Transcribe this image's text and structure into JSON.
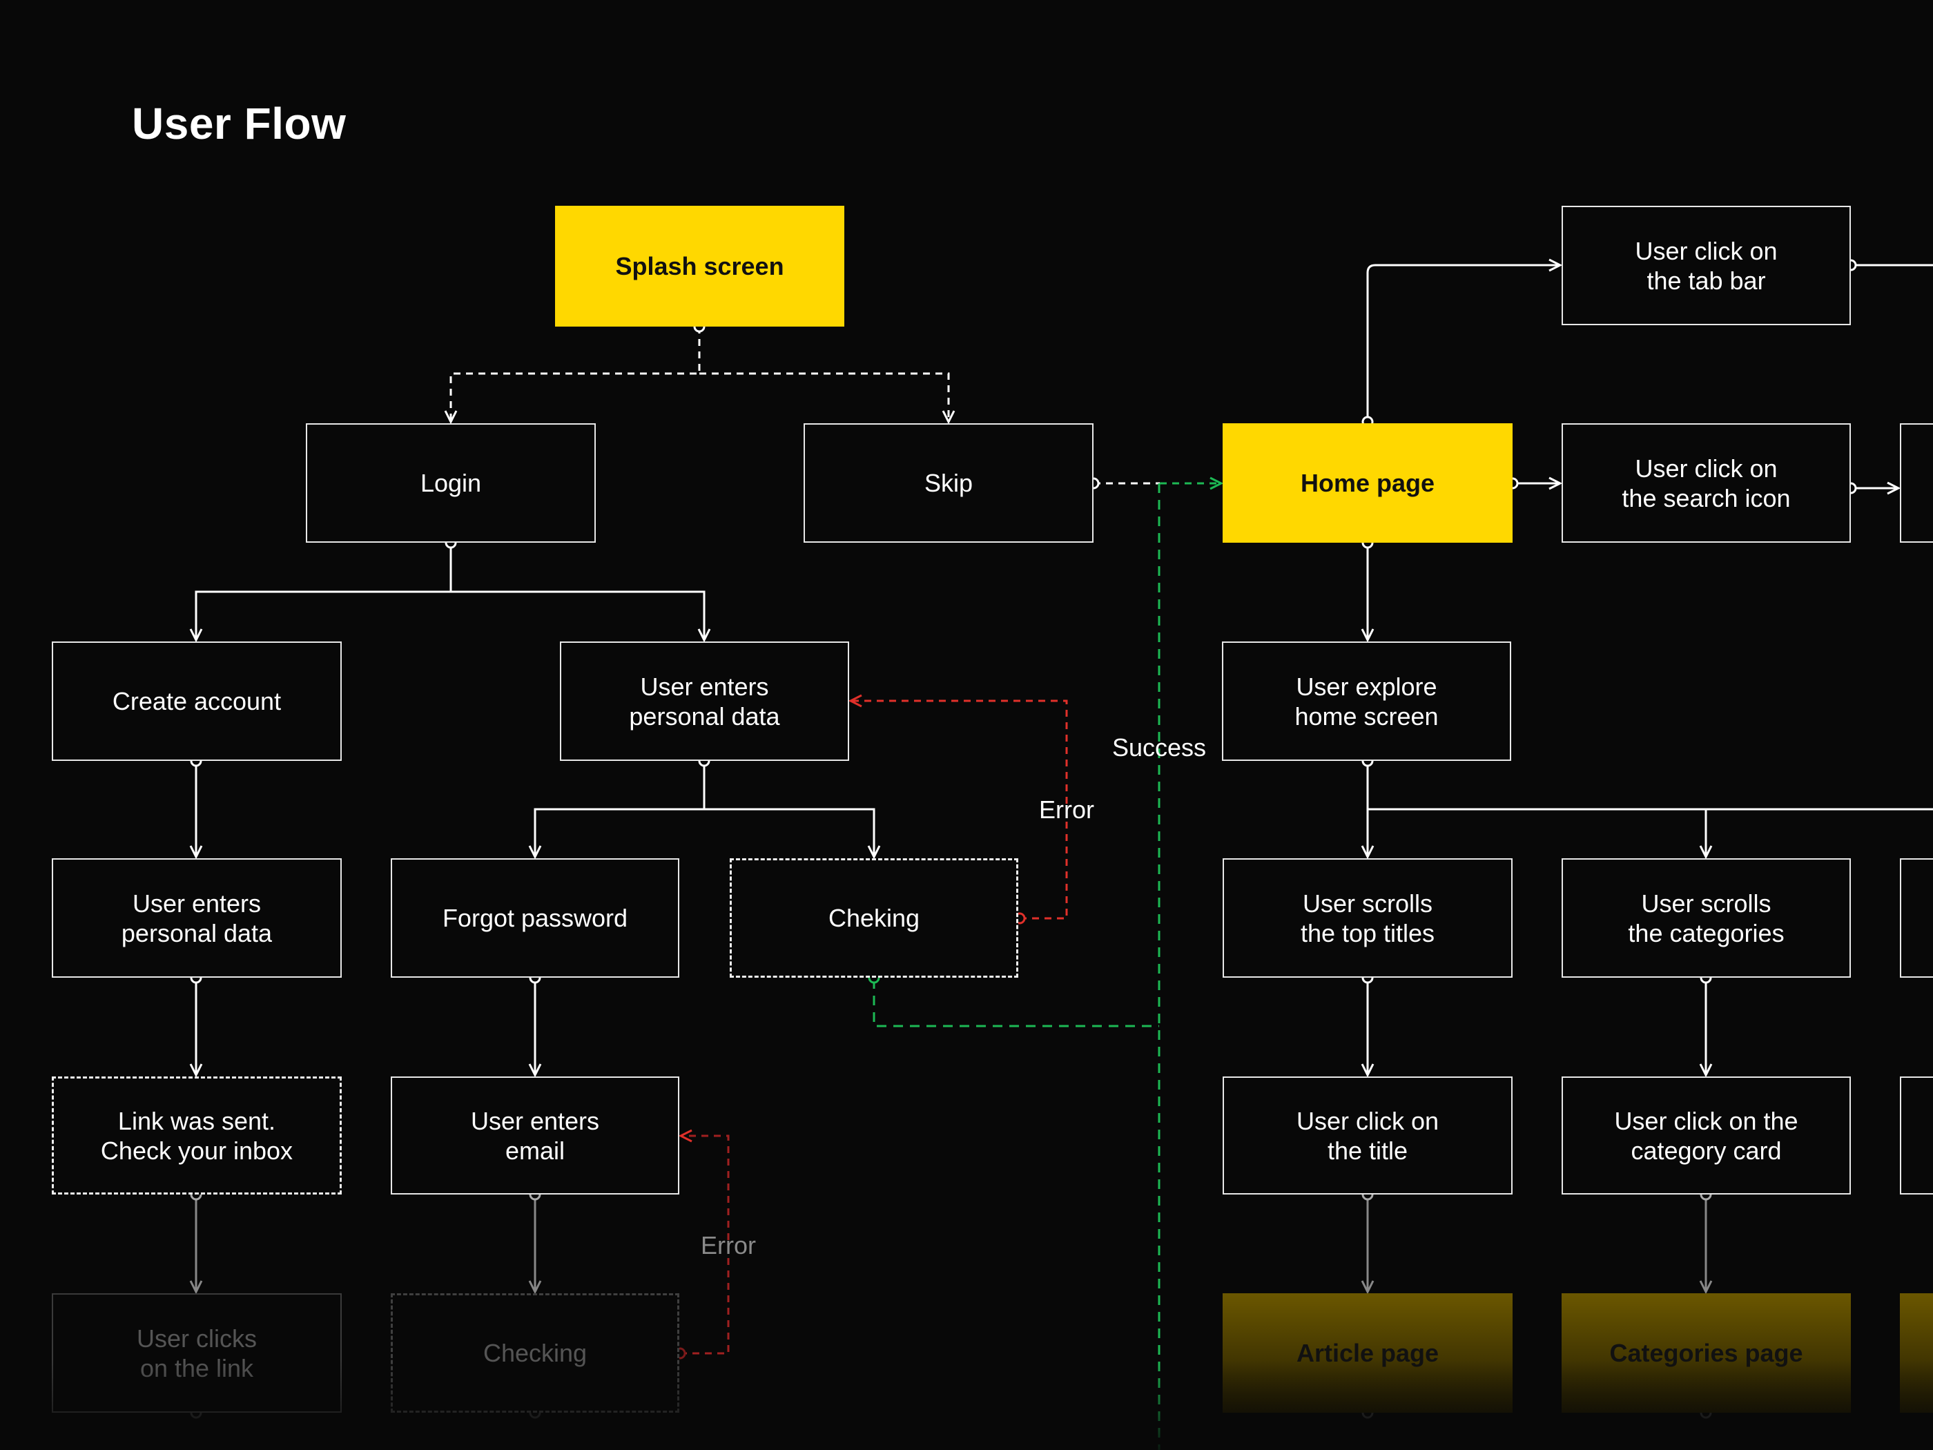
{
  "title": "User Flow",
  "colors": {
    "background": "#080808",
    "accent": "#FFD800",
    "success": "#1DB954",
    "error": "#E0302A",
    "line": "#FFFFFF"
  },
  "nodes": {
    "splash": "Splash screen",
    "login": "Login",
    "skip": "Skip",
    "home": "Home page",
    "tab_bar": "User click on\nthe tab bar",
    "search_icon": "User click on\nthe search icon",
    "create_account": "Create account",
    "enters_personal_data_login": "User enters\npersonal data",
    "explore_home": "User explore\nhome screen",
    "enters_personal_data_create": "User enters\npersonal data",
    "forgot_password": "Forgot password",
    "cheking": "Cheking",
    "scrolls_top_titles": "User scrolls\nthe top titles",
    "scrolls_categories": "User scrolls\nthe categories",
    "link_sent": "Link was sent.\nCheck your inbox",
    "enters_email": "User enters\nemail",
    "click_title": "User click  on\nthe title",
    "click_category_card": "User click on the\ncategory card",
    "clicks_link": "User clicks\non the link",
    "checking": "Checking",
    "article_page": "Article page",
    "categories_page": "Categories page"
  },
  "labels": {
    "success": "Success",
    "error_top": "Error",
    "error_bottom": "Error"
  }
}
